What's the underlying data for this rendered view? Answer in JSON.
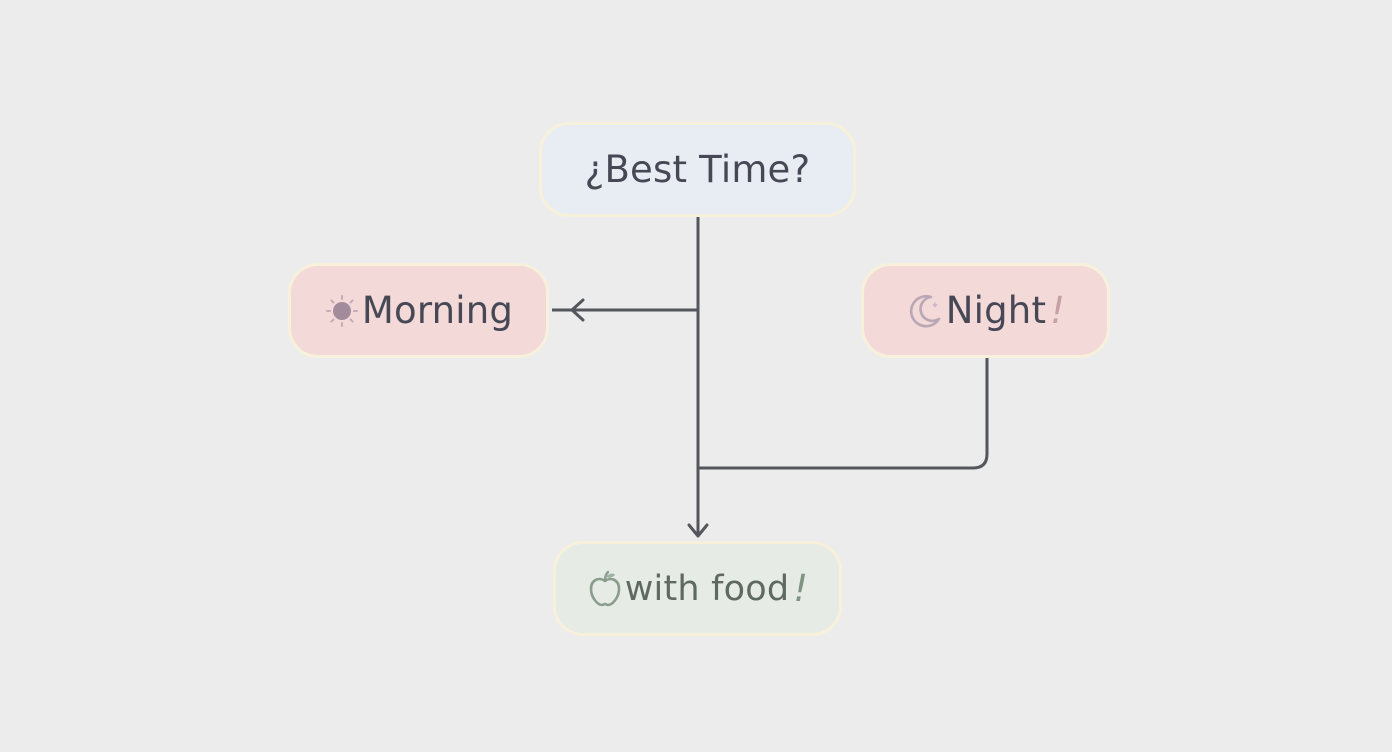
{
  "diagram": {
    "question": {
      "text": "¿Best Time?"
    },
    "morning": {
      "icon": "sun-icon",
      "text": "Morning"
    },
    "night": {
      "icon": "moon-icon",
      "text": "Night",
      "mark": "!"
    },
    "food": {
      "icon": "apple-icon",
      "text": "with food",
      "mark": "!"
    }
  },
  "colors": {
    "background": "#ececec",
    "question_fill": "#e7edf2",
    "time_fill": "#f3d9d8",
    "food_fill": "#e7ebe5",
    "border": "#f7f1dc",
    "connector": "#55565d"
  }
}
